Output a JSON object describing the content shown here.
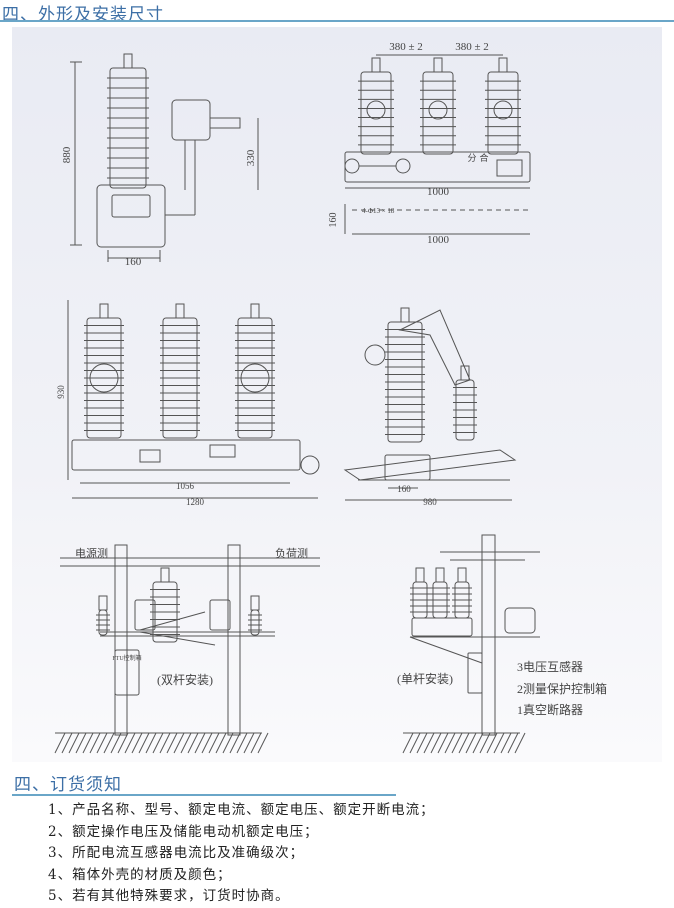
{
  "section_dimensions": {
    "title": "四、外形及安装尺寸",
    "side_view": {
      "height": "880",
      "ct_height": "330",
      "base_width": "160"
    },
    "front_view": {
      "pitch_left": "380 ± 2",
      "pitch_right": "380 ± 2",
      "width_top": "1000",
      "mount_depth": "160",
      "holes": "4-Φ13 × 18",
      "width_bottom": "1000",
      "open_label": "分",
      "close_label": "合"
    },
    "isolator_front": {
      "height": "930",
      "inner_width": "1056",
      "overall_width": "1280"
    },
    "isolator_side": {
      "base_width": "160",
      "overall_width": "980"
    },
    "double_pole": {
      "source_side": "电源测",
      "load_side": "负荷测",
      "caption": "(双杆安装)",
      "box_label": "FTU控制箱"
    },
    "single_pole": {
      "caption": "(单杆安装)",
      "legend": [
        "3电压互感器",
        "2测量保护控制箱",
        "1真空断路器"
      ]
    }
  },
  "section_order": {
    "title": "四、订货须知",
    "items": [
      "1、产品名称、型号、额定电流、额定电压、额定开断电流；",
      "2、额定操作电压及储能电动机额定电压；",
      "3、所配电流互感器电流比及准确级次；",
      "4、箱体外壳的材质及颜色；",
      "5、若有其他特殊要求，订货时协商。"
    ]
  }
}
